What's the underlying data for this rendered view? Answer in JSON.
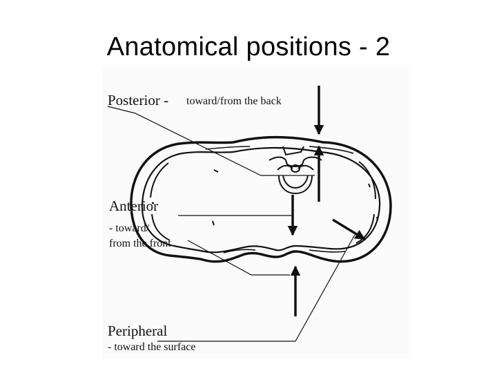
{
  "slide": {
    "title": "Anatomical positions - 2"
  },
  "figure": {
    "posterior": {
      "term": "Posterior -",
      "definition": "toward/from the back"
    },
    "anterior": {
      "term": "Anterior",
      "definition_line1": "- toward/",
      "definition_line2": "from the front"
    },
    "peripheral": {
      "term": "Peripheral",
      "definition": "- toward the surface"
    }
  },
  "colors": {
    "ink": "#111111",
    "background": "#ffffff",
    "figure_background": "#fbfbfb"
  }
}
